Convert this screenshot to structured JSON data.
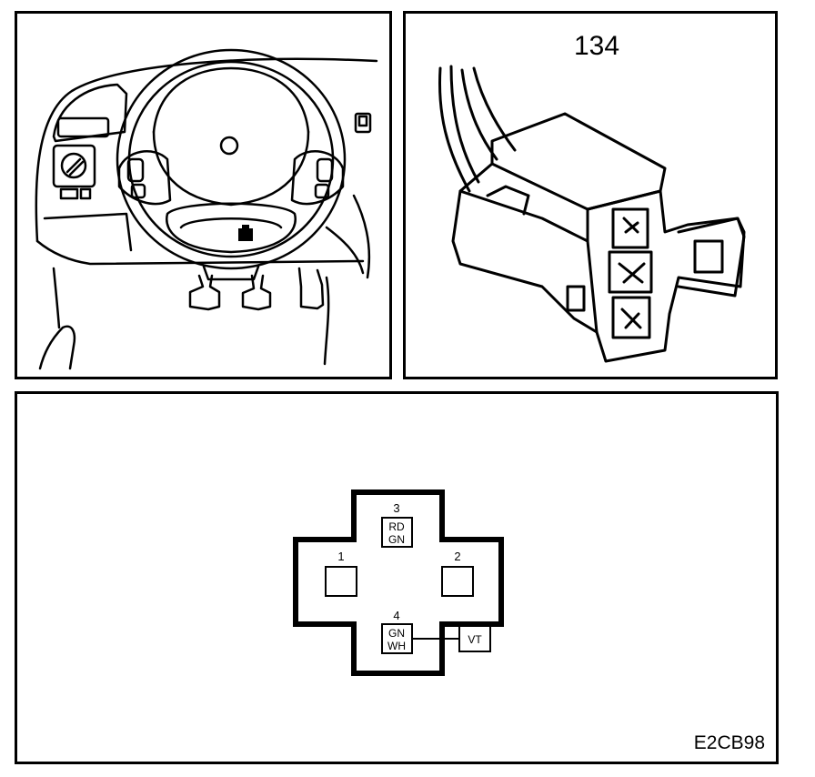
{
  "connector_number": "134",
  "figure_code": "E2CB98",
  "pins": [
    {
      "number": "1",
      "colors": []
    },
    {
      "number": "2",
      "colors": []
    },
    {
      "number": "3",
      "colors": [
        "RD",
        "GN"
      ]
    },
    {
      "number": "4",
      "colors": [
        "GN",
        "WH"
      ]
    }
  ],
  "splice_label": "VT",
  "colors": {
    "line": "#000000",
    "background": "#ffffff"
  }
}
